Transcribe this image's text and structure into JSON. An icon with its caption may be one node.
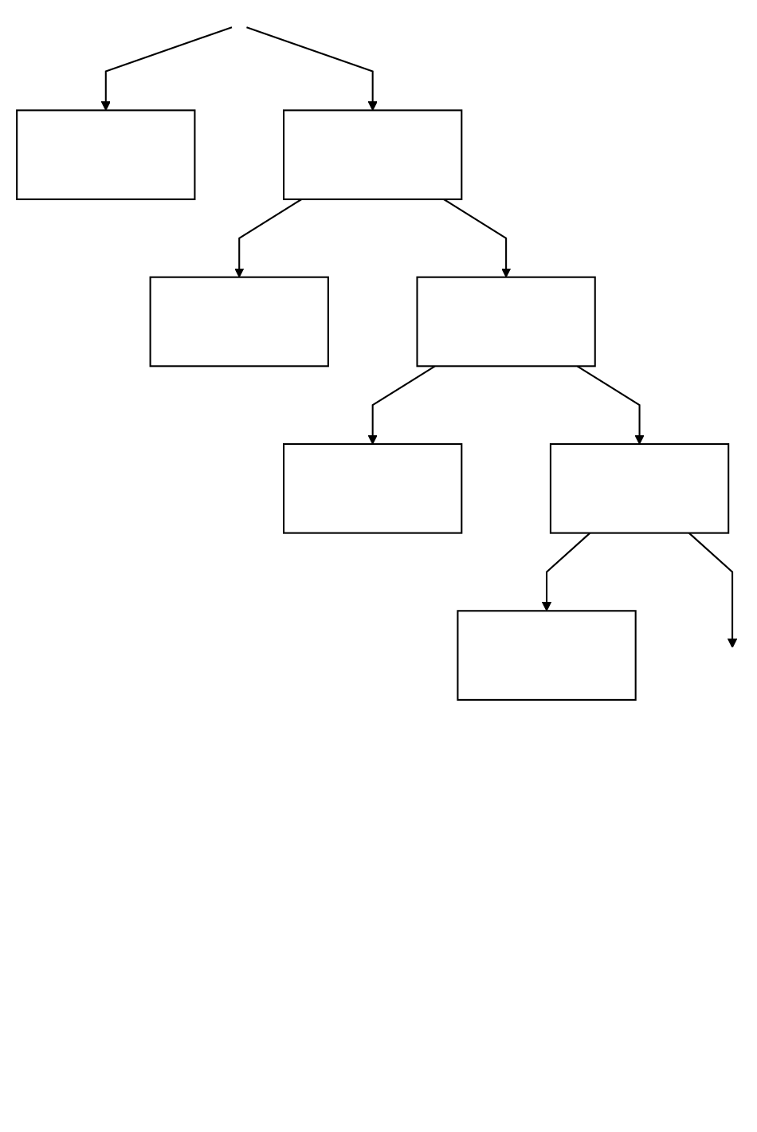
{
  "diagram": {
    "nodes": [
      {
        "text": [],
        "shape": "box"
      },
      {
        "text": [],
        "shape": "box"
      },
      {
        "text": [],
        "shape": "box"
      },
      {
        "text": [],
        "shape": "box"
      },
      {
        "text": [],
        "shape": "box"
      },
      {
        "text": [],
        "shape": "box"
      },
      {
        "text": [],
        "shape": "box"
      }
    ],
    "edges": [
      {
        "from": null,
        "to": 1,
        "arrow": "to"
      },
      {
        "from": null,
        "to": 0,
        "arrow": "to"
      },
      {
        "from": 1,
        "to": 2,
        "arrow": "to"
      },
      {
        "from": 1,
        "to": 3,
        "arrow": "to"
      },
      {
        "from": 3,
        "to": 4,
        "arrow": "to"
      },
      {
        "from": 3,
        "to": 5,
        "arrow": "to"
      },
      {
        "from": 5,
        "to": 6,
        "arrow": "to"
      },
      {
        "from": 5,
        "to": null,
        "arrow": "to"
      }
    ]
  }
}
